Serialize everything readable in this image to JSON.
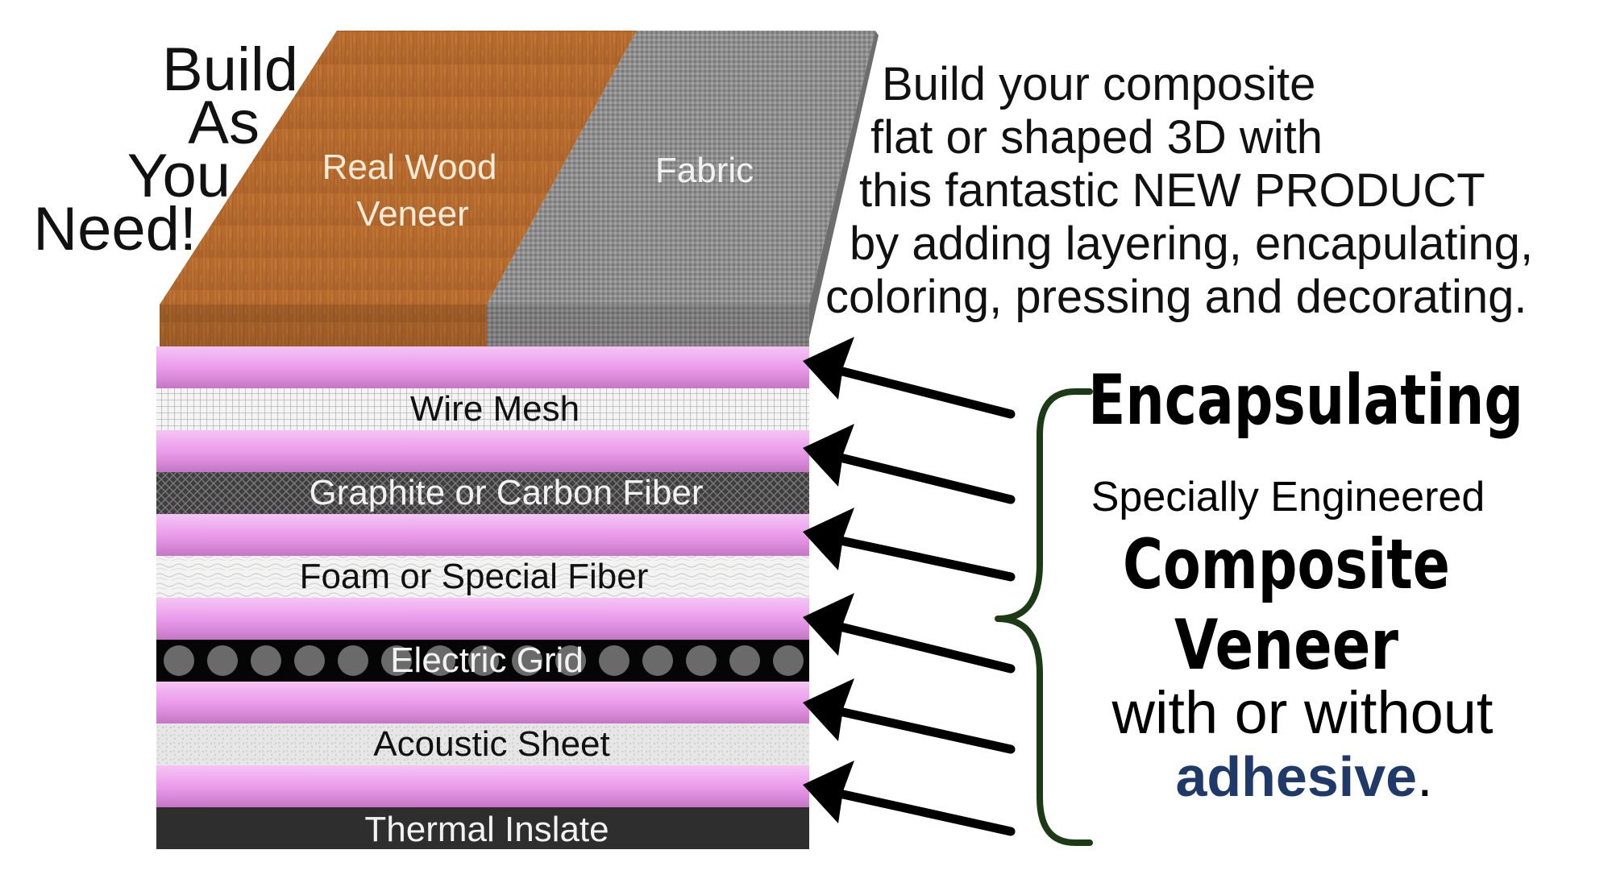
{
  "headline": [
    "Build",
    "As",
    "You",
    "Need!"
  ],
  "top_layers": [
    {
      "label": [
        "Real Wood",
        "Veneer"
      ],
      "material": "real-wood-veneer",
      "color": "#b96a2e"
    },
    {
      "label": [
        "Fabric"
      ],
      "material": "fabric",
      "color": "#8d8d8d"
    }
  ],
  "description": [
    "Build your composite",
    "flat or shaped 3D with",
    "this fantastic NEW PRODUCT",
    "by adding layering, encapulating,",
    "coloring, pressing and decorating."
  ],
  "layers": [
    {
      "label": "Wire Mesh",
      "material": "wire-mesh"
    },
    {
      "label": "Graphite or Carbon Fiber",
      "material": "carbon-fiber"
    },
    {
      "label": "Foam or Special Fiber",
      "material": "foam"
    },
    {
      "label": "Electric Grid",
      "material": "electric-grid"
    },
    {
      "label": "Acoustic Sheet",
      "material": "acoustic-sheet"
    },
    {
      "label": "Thermal Inslate",
      "material": "thermal"
    }
  ],
  "callout": {
    "title": "Encapsulating",
    "line1": "Specially Engineered",
    "line2": "Composite",
    "line3": "Veneer",
    "line4": "with or without",
    "highlight": "adhesive",
    "period": "."
  },
  "colors": {
    "encapsulation": "#eb9cec",
    "bracket": "#1c3a16",
    "adhesive": "#1f3a68",
    "arrow": "#000000"
  }
}
